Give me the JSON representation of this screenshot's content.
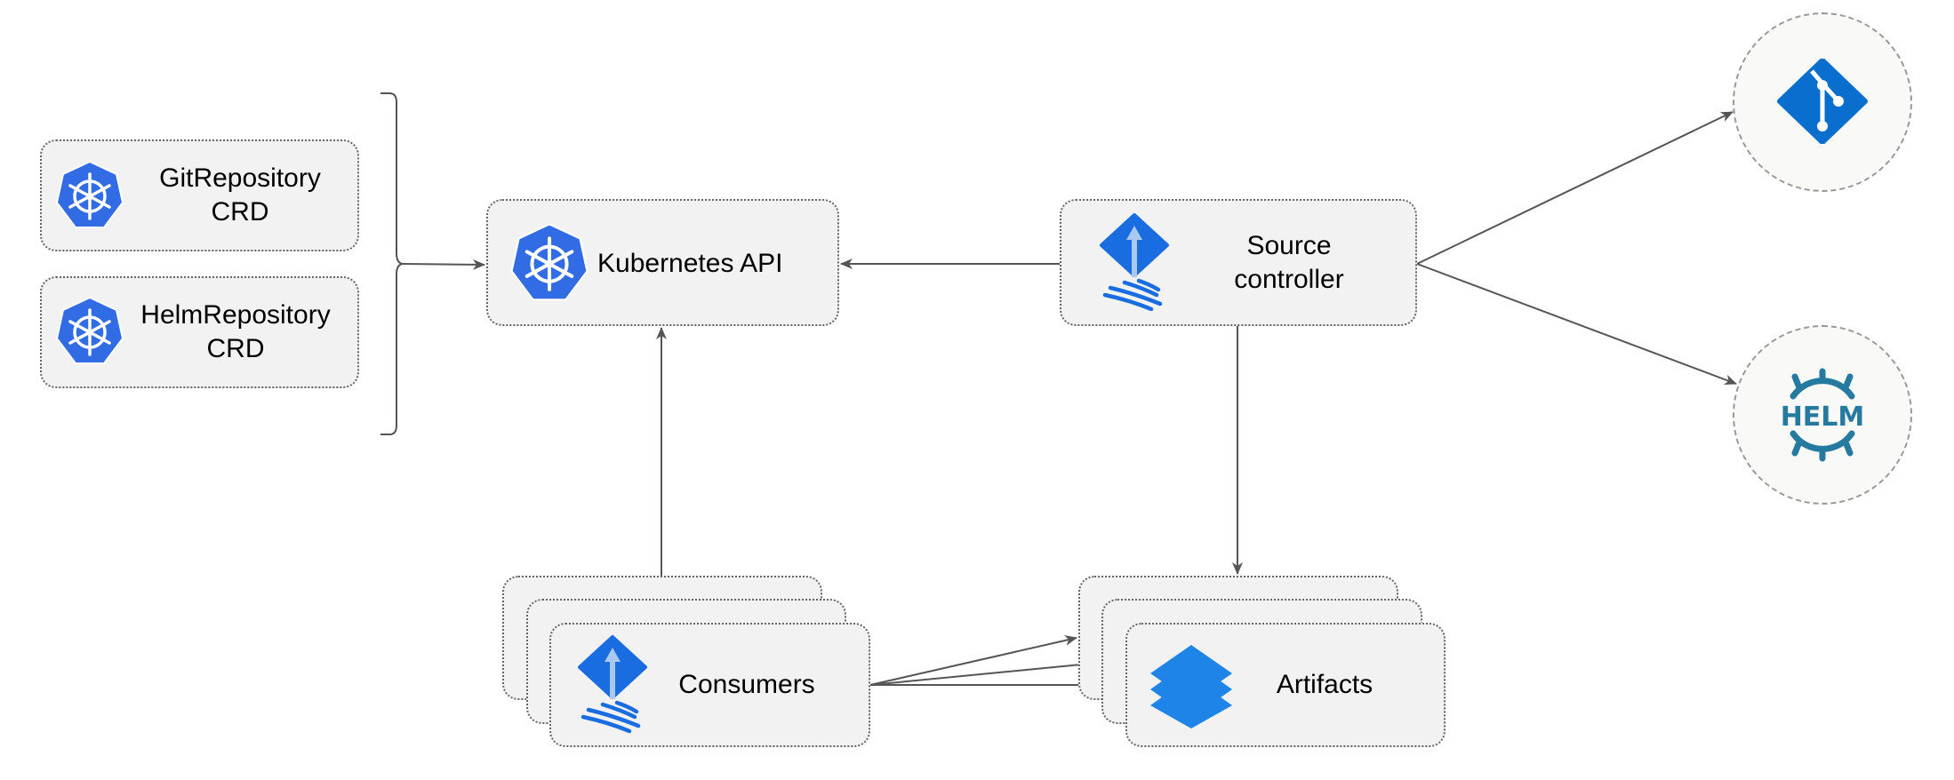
{
  "nodes": {
    "git_repository_crd": {
      "label_line1": "GitRepository",
      "label_line2": "CRD",
      "icon": "kubernetes-icon"
    },
    "helm_repository_crd": {
      "label_line1": "HelmRepository",
      "label_line2": "CRD",
      "icon": "kubernetes-icon"
    },
    "kubernetes_api": {
      "label": "Kubernetes API",
      "icon": "kubernetes-icon"
    },
    "source_controller": {
      "label_line1": "Source",
      "label_line2": "controller",
      "icon": "flux-icon"
    },
    "git": {
      "icon": "git-icon"
    },
    "helm": {
      "icon": "helm-icon",
      "logo_text": "HELM"
    },
    "consumers": {
      "label": "Consumers",
      "icon": "flux-icon"
    },
    "artifacts": {
      "label": "Artifacts",
      "icon": "layers-icon"
    }
  },
  "edges": [
    {
      "from": "crds",
      "to": "kubernetes_api"
    },
    {
      "from": "source_controller",
      "to": "kubernetes_api"
    },
    {
      "from": "consumers",
      "to": "kubernetes_api"
    },
    {
      "from": "source_controller",
      "to": "artifacts"
    },
    {
      "from": "source_controller",
      "to": "git"
    },
    {
      "from": "source_controller",
      "to": "helm"
    },
    {
      "from": "consumers",
      "to": "artifacts"
    }
  ],
  "colors": {
    "k8s_blue": "#326ce5",
    "flux_blue": "#1a6de0",
    "git_blue": "#0a6ecf",
    "helm_teal": "#277a9f",
    "layers_blue": "#1f84e8",
    "box_fill": "#f2f2f2",
    "wire": "#555555"
  }
}
